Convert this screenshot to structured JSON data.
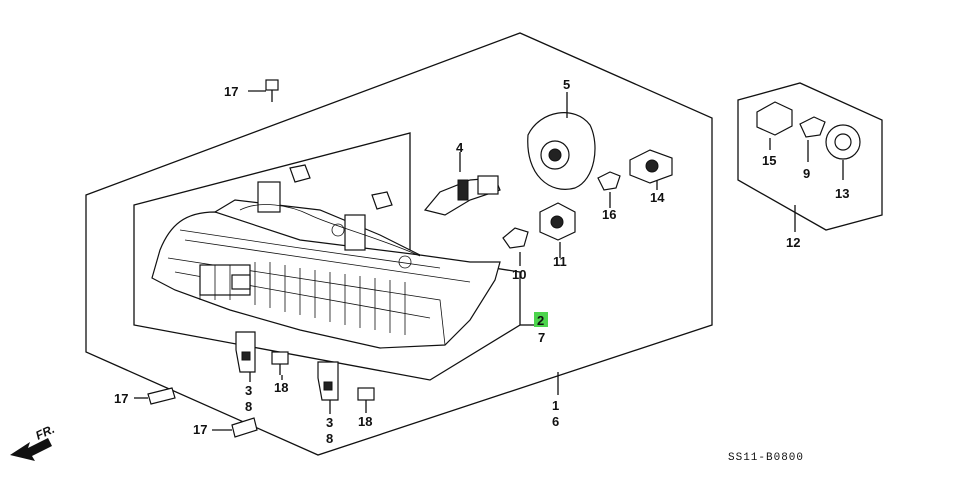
{
  "diagram": {
    "reference_code": "SS11-B0800",
    "direction_label": "FR.",
    "highlight_color": "#4cd44c",
    "callouts": {
      "c1": "1",
      "c2": "2",
      "c3a": "3",
      "c3b": "3",
      "c4": "4",
      "c5": "5",
      "c6": "6",
      "c7": "7",
      "c8a": "8",
      "c8b": "8",
      "c9": "9",
      "c10": "10",
      "c11": "11",
      "c12": "12",
      "c13": "13",
      "c14": "14",
      "c15": "15",
      "c16": "16",
      "c17a": "17",
      "c17b": "17",
      "c17c": "17",
      "c18a": "18",
      "c18b": "18"
    },
    "highlighted_callout": "2"
  }
}
